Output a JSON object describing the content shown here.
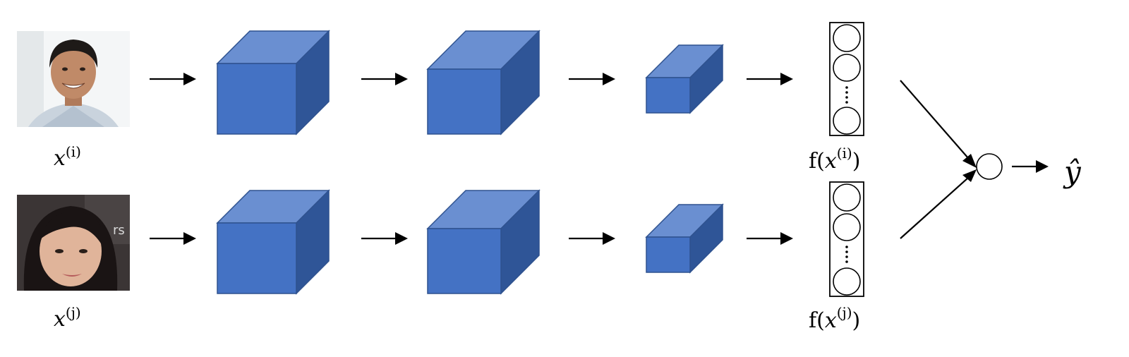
{
  "inputs": [
    {
      "var": "x",
      "sup": "(i)",
      "photo": "man-smiling-photo",
      "text_in_photo": ""
    },
    {
      "var": "x",
      "sup": "(j)",
      "photo": "woman-smiling-photo",
      "text_in_photo": "rs"
    }
  ],
  "encodings": [
    {
      "prefix": "f(",
      "var": "x",
      "sup": "(i)",
      "suffix": ")"
    },
    {
      "prefix": "f(",
      "var": "x",
      "sup": "(j)",
      "suffix": ")"
    }
  ],
  "output": {
    "symbol": "ŷ"
  },
  "colors": {
    "cube_front": "#4472c4",
    "cube_top": "#6a8fd1",
    "cube_side": "#2f5597"
  }
}
